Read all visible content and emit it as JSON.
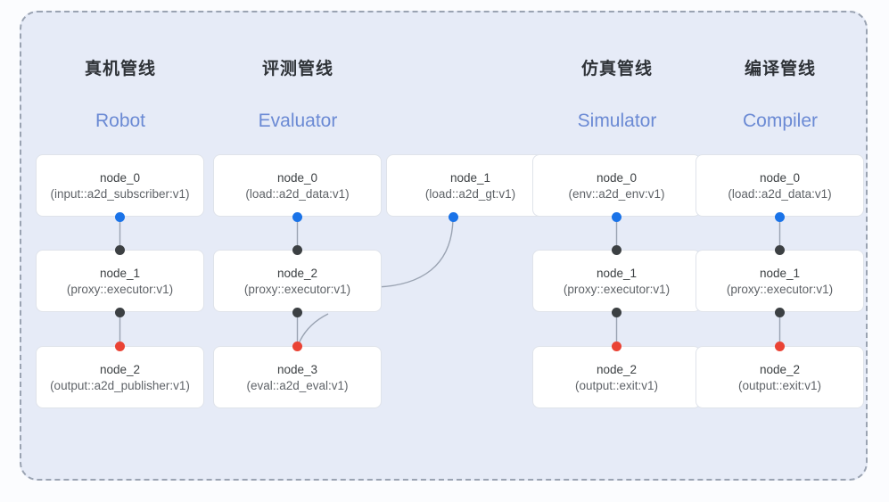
{
  "diagram": {
    "title_cn_suffix": "管线",
    "panel": {
      "border_style": "dashed",
      "background": "#e6ebf7",
      "border_color": "#9aa3b2"
    },
    "colors": {
      "accent_blue": "#1a73e8",
      "accent_red": "#ea4335",
      "node_black": "#3c4043",
      "heading_en": "#6b8ad4",
      "heading_cn": "#2f3338",
      "node_bg": "#ffffff",
      "node_border": "#dfe3ea",
      "edge": "#9aa3b2"
    },
    "columns": [
      {
        "id": "robot",
        "title_cn": "真机管线",
        "title_en": "Robot",
        "nodes": [
          {
            "name": "node_0",
            "spec": "(input::a2d_subscriber:v1)",
            "in_dot": null,
            "out_dot": "blue"
          },
          {
            "name": "node_1",
            "spec": "(proxy::executor:v1)",
            "in_dot": "black",
            "out_dot": "black"
          },
          {
            "name": "node_2",
            "spec": "(output::a2d_publisher:v1)",
            "in_dot": "red",
            "out_dot": null
          }
        ]
      },
      {
        "id": "evaluator",
        "title_cn": "评测管线",
        "title_en": "Evaluator",
        "nodes": [
          {
            "name": "node_0",
            "spec": "(load::a2d_data:v1)",
            "in_dot": null,
            "out_dot": "blue"
          },
          {
            "name": "node_2",
            "spec": "(proxy::executor:v1)",
            "in_dot": "black",
            "out_dot": "black"
          },
          {
            "name": "node_3",
            "spec": "(eval::a2d_eval:v1)",
            "in_dot": "red",
            "out_dot": null
          }
        ],
        "side_node": {
          "name": "node_1",
          "spec": "(load::a2d_gt:v1)",
          "out_dot": "blue"
        }
      },
      {
        "id": "simulator",
        "title_cn": "仿真管线",
        "title_en": "Simulator",
        "nodes": [
          {
            "name": "node_0",
            "spec": "(env::a2d_env:v1)",
            "in_dot": null,
            "out_dot": "blue"
          },
          {
            "name": "node_1",
            "spec": "(proxy::executor:v1)",
            "in_dot": "black",
            "out_dot": "black"
          },
          {
            "name": "node_2",
            "spec": "(output::exit:v1)",
            "in_dot": "red",
            "out_dot": null
          }
        ]
      },
      {
        "id": "compiler",
        "title_cn": "编译管线",
        "title_en": "Compiler",
        "nodes": [
          {
            "name": "node_0",
            "spec": "(load::a2d_data:v1)",
            "in_dot": null,
            "out_dot": "blue"
          },
          {
            "name": "node_1",
            "spec": "(proxy::executor:v1)",
            "in_dot": "black",
            "out_dot": "black"
          },
          {
            "name": "node_2",
            "spec": "(output::exit:v1)",
            "in_dot": "red",
            "out_dot": null
          }
        ]
      }
    ]
  }
}
